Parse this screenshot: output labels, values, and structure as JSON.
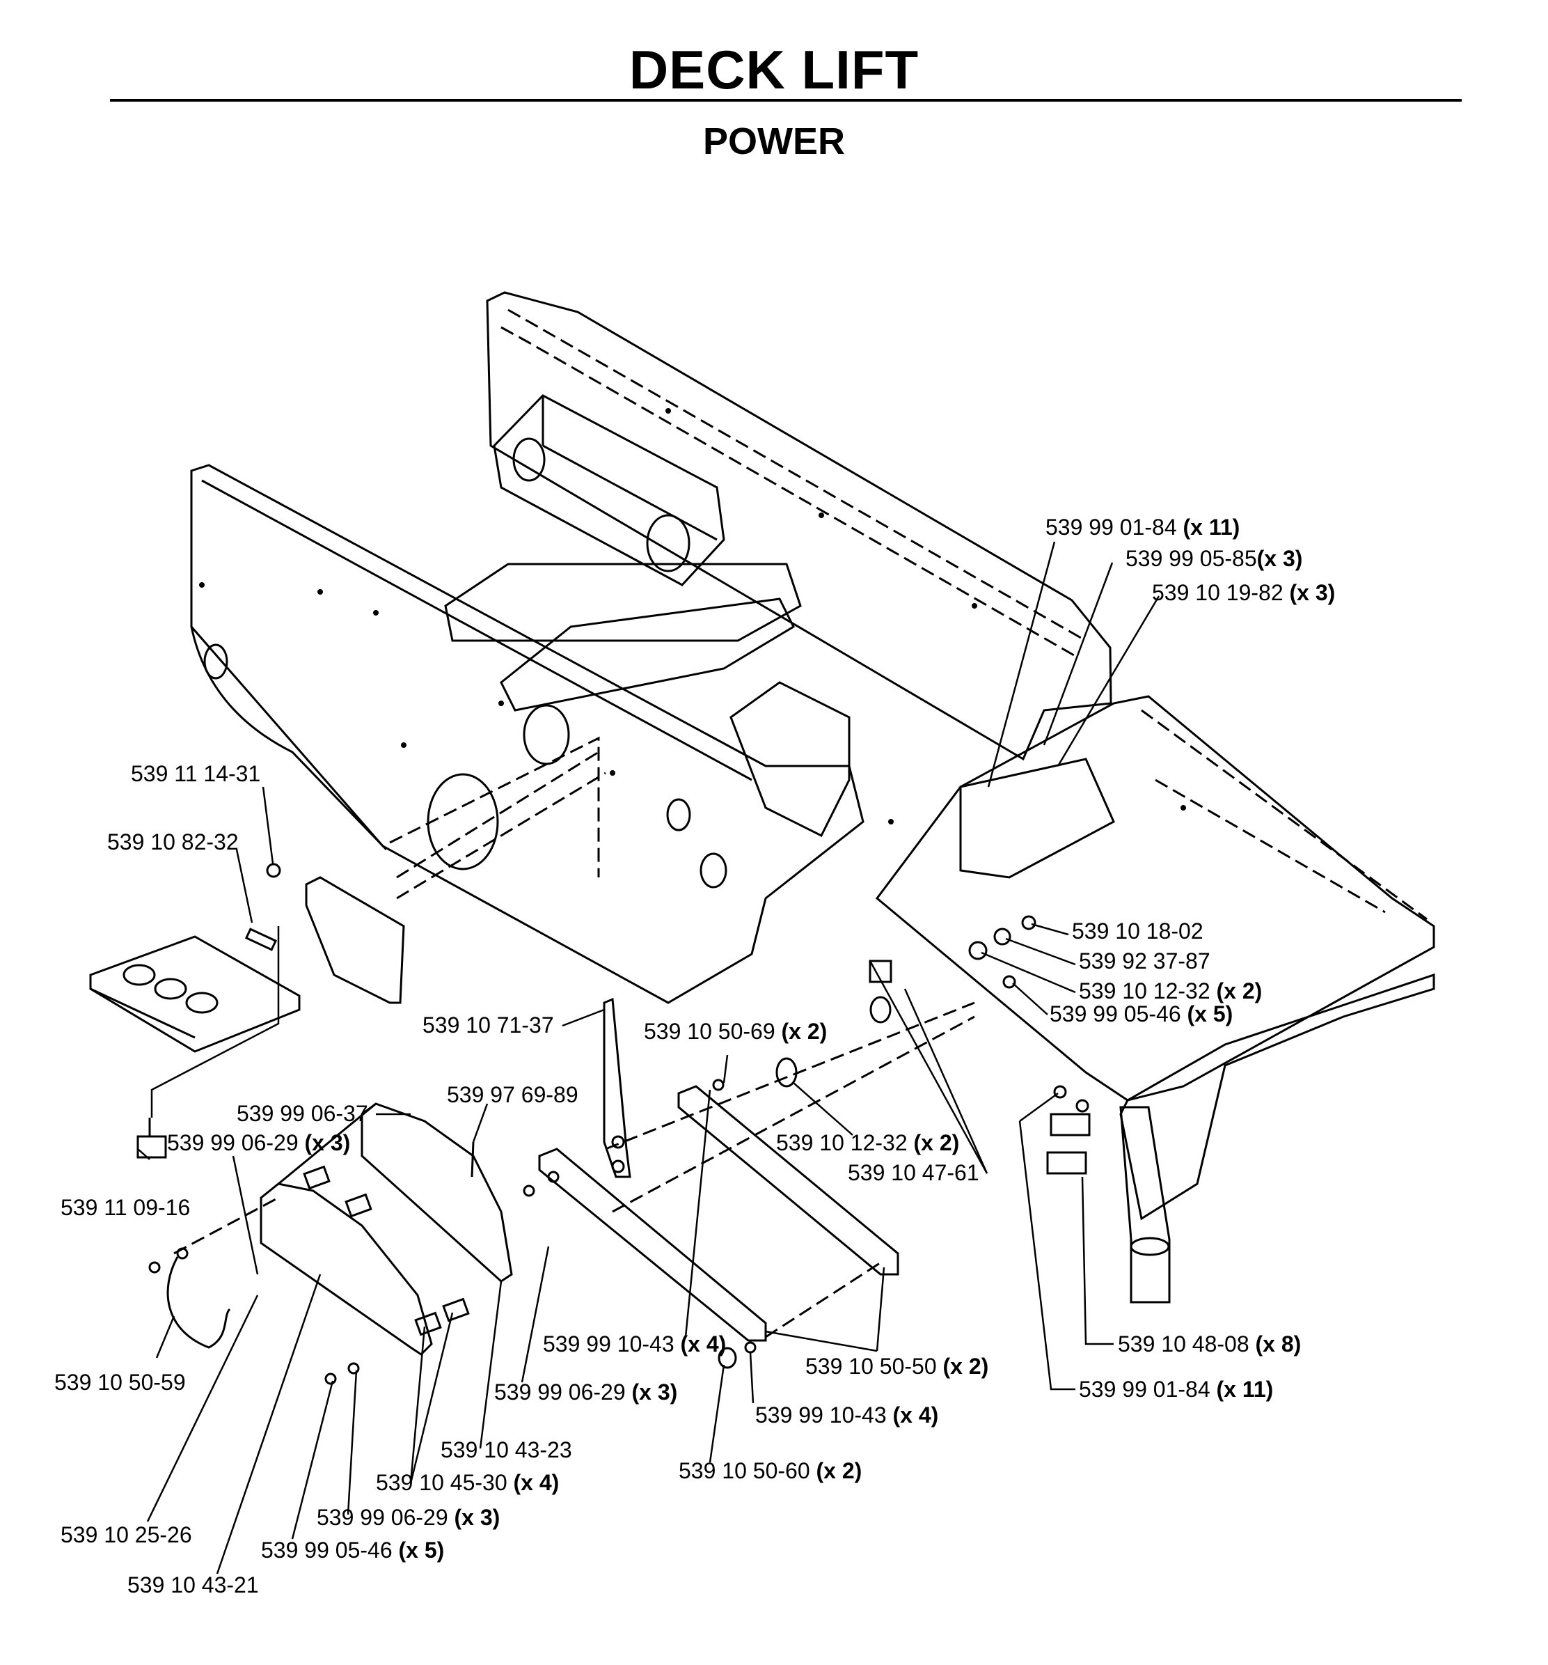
{
  "title": "DECK LIFT",
  "subtitle": "POWER",
  "callouts": [
    {
      "id": "c01",
      "part": "539 99 01-84",
      "qty": "(x 11)"
    },
    {
      "id": "c02",
      "part": "539 99 05-85",
      "qty": "(x 3)"
    },
    {
      "id": "c03",
      "part": "539 10 19-82",
      "qty": "(x 3)"
    },
    {
      "id": "c04",
      "part": "539 11 14-31",
      "qty": ""
    },
    {
      "id": "c05",
      "part": "539 10 82-32",
      "qty": ""
    },
    {
      "id": "c06",
      "part": "539 10 18-02",
      "qty": ""
    },
    {
      "id": "c07",
      "part": "539 92 37-87",
      "qty": ""
    },
    {
      "id": "c08",
      "part": "539 10 12-32",
      "qty": "(x 2)"
    },
    {
      "id": "c09",
      "part": "539 99 05-46",
      "qty": "(x 5)"
    },
    {
      "id": "c10",
      "part": "539 10 71-37",
      "qty": ""
    },
    {
      "id": "c11",
      "part": "539 10 50-69",
      "qty": "(x 2)"
    },
    {
      "id": "c12",
      "part": "539 97 69-89",
      "qty": ""
    },
    {
      "id": "c13",
      "part": "539 99 06-37",
      "qty": ""
    },
    {
      "id": "c14",
      "part": "539 99 06-29",
      "qty": "(x 3)"
    },
    {
      "id": "c15",
      "part": "539 10 12-32",
      "qty": "(x 2)"
    },
    {
      "id": "c16",
      "part": "539 10 47-61",
      "qty": ""
    },
    {
      "id": "c17",
      "part": "539 11 09-16",
      "qty": ""
    },
    {
      "id": "c18",
      "part": "539 10 48-08",
      "qty": "(x 8)"
    },
    {
      "id": "c19",
      "part": "539 99 10-43",
      "qty": "(x 4)"
    },
    {
      "id": "c20",
      "part": "539 10 50-50",
      "qty": "(x 2)"
    },
    {
      "id": "c21",
      "part": "539 99 01-84",
      "qty": "(x 11)"
    },
    {
      "id": "c22",
      "part": "539 10 50-59",
      "qty": ""
    },
    {
      "id": "c23",
      "part": "539 99 06-29",
      "qty": "(x 3)"
    },
    {
      "id": "c24",
      "part": "539 99 10-43",
      "qty": "(x 4)"
    },
    {
      "id": "c25",
      "part": "539 10 43-23",
      "qty": ""
    },
    {
      "id": "c26",
      "part": "539 10 50-60",
      "qty": "(x 2)"
    },
    {
      "id": "c27",
      "part": "539 10 45-30",
      "qty": "(x 4)"
    },
    {
      "id": "c28",
      "part": "539 99 06-29",
      "qty": "(x 3)"
    },
    {
      "id": "c29",
      "part": "539 10 25-26",
      "qty": ""
    },
    {
      "id": "c30",
      "part": "539 99 05-46",
      "qty": "(x 5)"
    },
    {
      "id": "c31",
      "part": "539 10 43-21",
      "qty": ""
    }
  ]
}
